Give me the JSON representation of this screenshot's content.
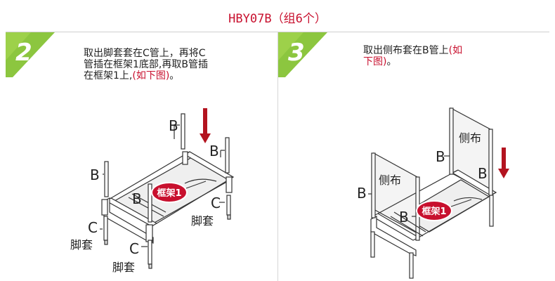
{
  "header": {
    "title": "HBY07B（组6个）"
  },
  "steps": [
    {
      "number": "2",
      "instruction_lines": [
        "取出脚套套在C管上，再将C",
        "管插在框架1底部,再取B管插",
        "在框架1上,"
      ],
      "instruction_highlight": "(如下图)",
      "instruction_end": "。",
      "labels": {
        "b1": "B",
        "b2": "B",
        "b3": "B",
        "b4": "B",
        "frame": "框架1",
        "c1": "C",
        "c2": "C",
        "c3": "C",
        "foot1": "脚套",
        "foot2": "脚套",
        "foot3": "脚套"
      }
    },
    {
      "number": "3",
      "instruction_lines": [
        "取出侧布套在B管上"
      ],
      "instruction_highlight_1": "(如",
      "instruction_highlight_2": "下图)",
      "instruction_end": "。",
      "labels": {
        "side_cloth_1": "侧布",
        "side_cloth_2": "侧布",
        "b1": "B",
        "b2": "B",
        "b3": "B",
        "b4": "B",
        "frame": "框架1"
      }
    }
  ],
  "colors": {
    "accent_red": "#c8102e",
    "badge_green": "#8cc63f",
    "badge_dark": "#6aa22a",
    "line": "#333333",
    "fabric": "#efefef"
  }
}
